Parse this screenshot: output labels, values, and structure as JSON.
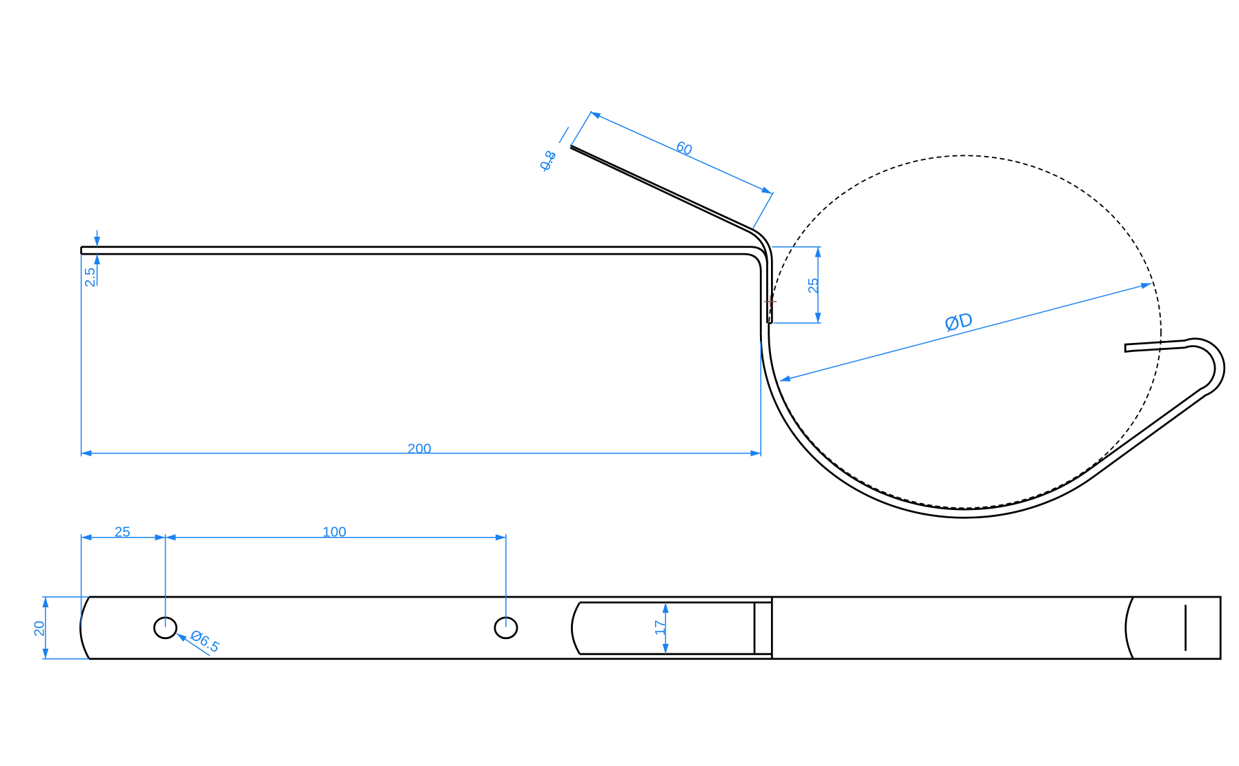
{
  "drawing": {
    "dimensions": {
      "thickness_plate": "2.5",
      "length": "200",
      "flange_length": "60",
      "flange_thickness": "0.8",
      "vertical_offset": "25",
      "diameter": "ØD",
      "hole_offset": "25",
      "hole_spacing": "100",
      "width": "20",
      "slot_width": "17",
      "hole_diameter": "Ø6.5"
    },
    "colors": {
      "dimension": "#1a82f0",
      "geometry": "#000000"
    }
  }
}
